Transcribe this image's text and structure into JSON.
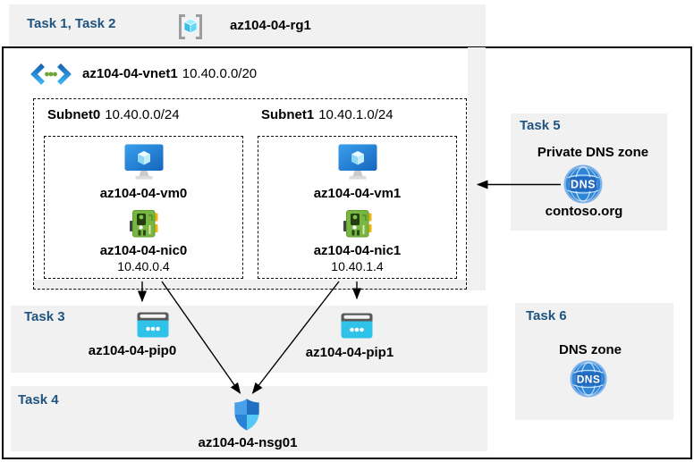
{
  "colors": {
    "task_label": "#1F5480",
    "band_bg": "#F1F1F2",
    "arrow": "#000000",
    "vm_blue": "#2B8FE2",
    "nic_green": "#79B541",
    "pip_cyan": "#2FC3EA",
    "shield_blue": "#1F70C2",
    "dns_blue": "#2E86D8"
  },
  "header": {
    "tasks_label": "Task 1, Task 2",
    "resource_group_name": "az104-04-rg1"
  },
  "vnet": {
    "name": "az104-04-vnet1",
    "cidr": "10.40.0.0/20"
  },
  "subnets": [
    {
      "name": "Subnet0",
      "cidr": "10.40.0.0/24",
      "vm_name": "az104-04-vm0",
      "nic_name": "az104-04-nic0",
      "nic_ip": "10.40.0.4"
    },
    {
      "name": "Subnet1",
      "cidr": "10.40.1.0/24",
      "vm_name": "az104-04-vm1",
      "nic_name": "az104-04-nic1",
      "nic_ip": "10.40.1.4"
    }
  ],
  "task3": {
    "label": "Task 3",
    "pip0": "az104-04-pip0",
    "pip1": "az104-04-pip1"
  },
  "task4": {
    "label": "Task 4",
    "nsg_name": "az104-04-nsg01"
  },
  "task5": {
    "label": "Task 5",
    "title": "Private DNS zone",
    "zone_name": "contoso.org"
  },
  "task6": {
    "label": "Task 6",
    "title": "DNS zone"
  },
  "icons": {
    "dns_text": "DNS"
  }
}
